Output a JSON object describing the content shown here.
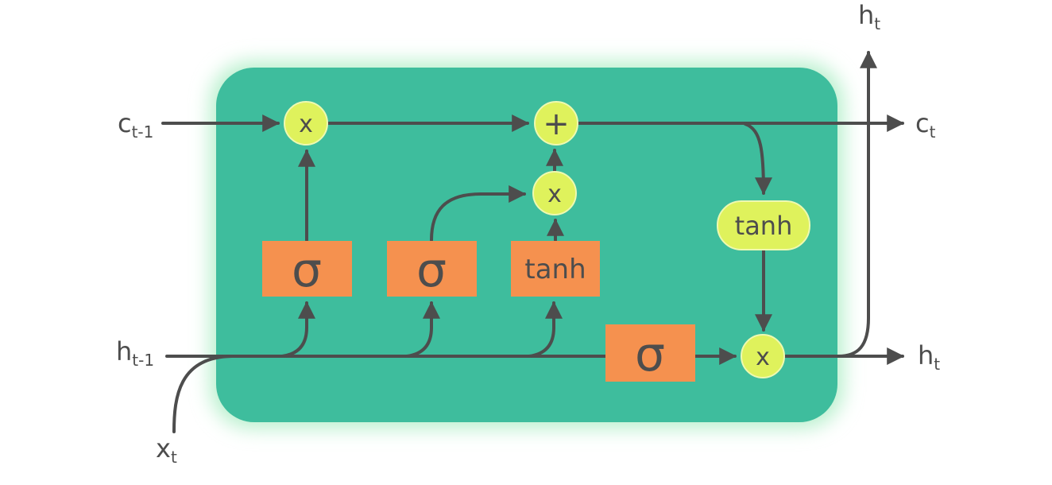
{
  "diagram": {
    "name": "LSTM cell diagram",
    "colors": {
      "background": "#ffffff",
      "cell_fill": "#3ebd9d",
      "cell_glow": "#b9f0ce",
      "wire": "#4d4d4d",
      "op_fill": "#dff25c",
      "gate_fill": "#f5914f",
      "text": "#4d4d4d"
    },
    "labels": {
      "cell_state_in": {
        "main": "c",
        "sub": "t-1"
      },
      "hidden_state_in": {
        "main": "h",
        "sub": "t-1"
      },
      "input": {
        "main": "x",
        "sub": "t"
      },
      "cell_state_out": {
        "main": "c",
        "sub": "t"
      },
      "hidden_state_out": {
        "main": "h",
        "sub": "t"
      },
      "hidden_state_top": {
        "main": "h",
        "sub": "t"
      }
    },
    "ops": {
      "forget_multiply": "x",
      "state_add": "+",
      "input_multiply": "x",
      "state_tanh": "tanh",
      "output_multiply": "x"
    },
    "gates": {
      "forget_gate": "σ",
      "input_gate": "σ",
      "candidate_gate": "tanh",
      "output_gate": "σ"
    }
  }
}
